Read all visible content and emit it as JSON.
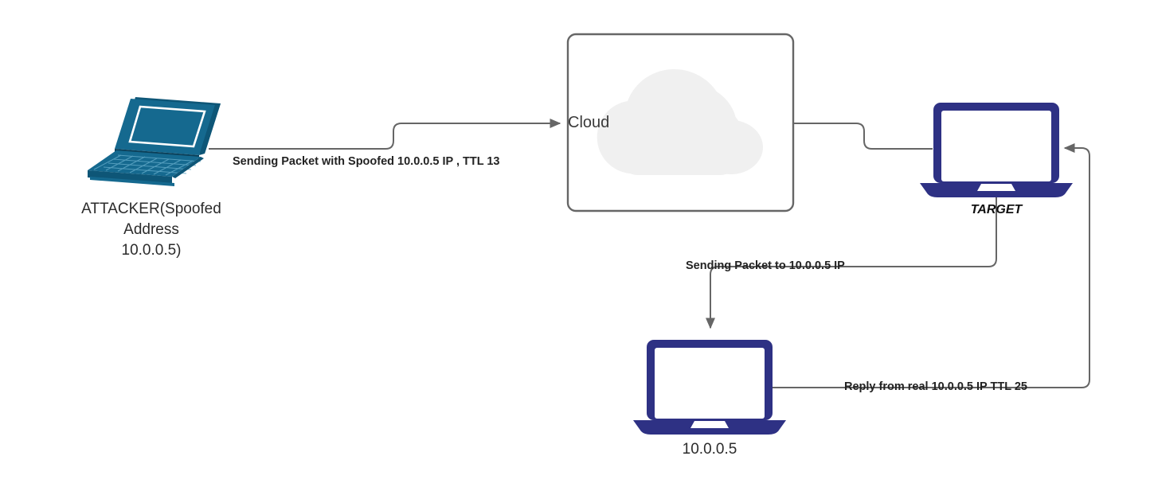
{
  "diagram": {
    "title": "IP Spoofing / TTL Reply Path Network Diagram",
    "colors": {
      "attacker_laptop": "#15698F",
      "attacker_laptop_dark": "#0E5677",
      "attacker_screen": "#15698F",
      "device_navy": "#2E3184",
      "device_screen": "#ffffff",
      "connector": "#666666",
      "box_border": "#666666",
      "cloud_fill": "#F0F0F0",
      "text": "#1a1a1a"
    },
    "nodes": {
      "attacker": {
        "icon": "laptop-isometric-icon",
        "label_line1": "ATTACKER(Spoofed",
        "label_line2": "Address",
        "label_line3": "10.0.0.5)"
      },
      "cloud": {
        "icon": "cloud-icon",
        "label": "Cloud"
      },
      "target": {
        "icon": "laptop-icon",
        "label": "TARGET"
      },
      "real_host": {
        "icon": "laptop-icon",
        "label": "10.0.0.5"
      }
    },
    "connectors": [
      {
        "id": "attacker-to-cloud",
        "label": "Sending Packet with Spoofed 10.0.0.5 IP , TTL 13",
        "from": "attacker",
        "to": "cloud",
        "arrow": true
      },
      {
        "id": "cloud-to-target",
        "label": "",
        "from": "cloud",
        "to": "target",
        "arrow": false
      },
      {
        "id": "target-to-real-host",
        "label": "Sending Packet to 10.0.0.5 IP",
        "from": "target",
        "to": "real_host",
        "arrow": true
      },
      {
        "id": "real-host-to-target",
        "label": "Reply from real 10.0.0.5 IP TTL 25",
        "from": "real_host",
        "to": "target",
        "arrow": true
      }
    ]
  }
}
